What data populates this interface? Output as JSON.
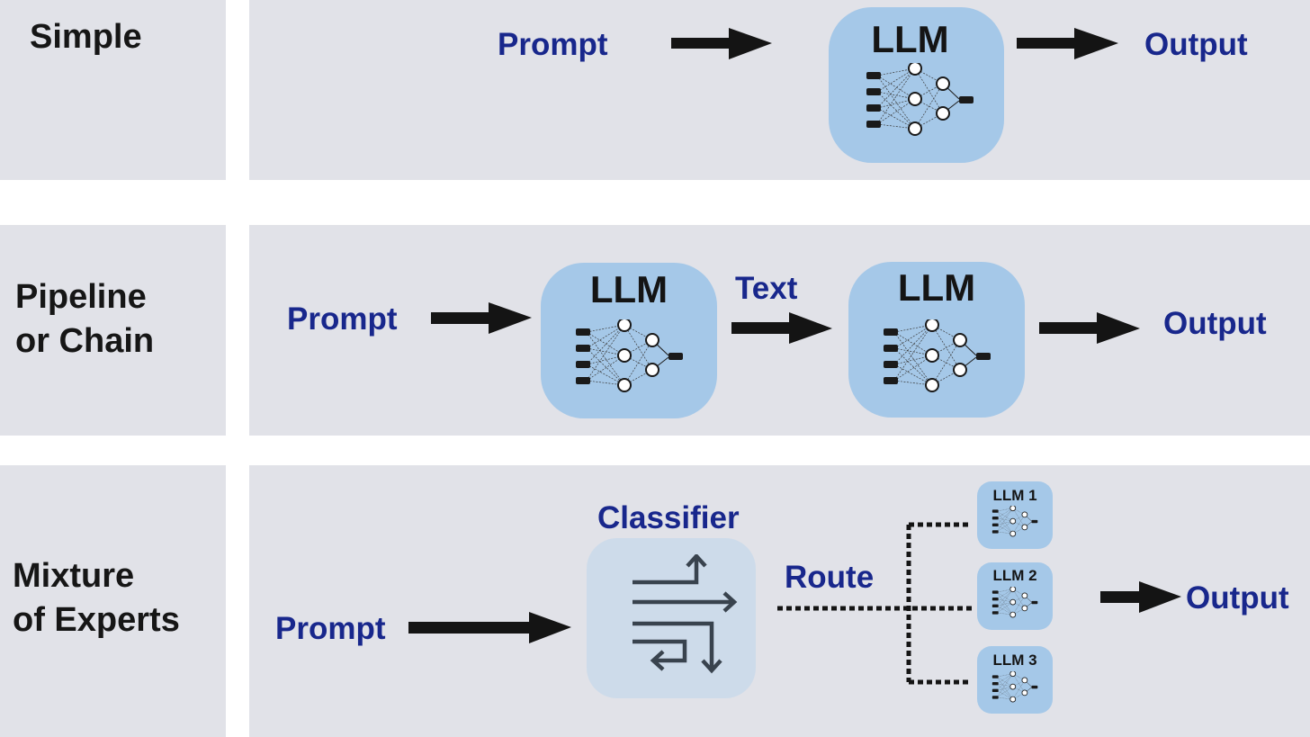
{
  "rows": {
    "simple": {
      "label": "Simple",
      "prompt": "Prompt",
      "llm": "LLM",
      "output": "Output"
    },
    "pipeline": {
      "label_line1": "Pipeline",
      "label_line2": "or Chain",
      "prompt": "Prompt",
      "llm_a": "LLM",
      "text": "Text",
      "llm_b": "LLM",
      "output": "Output"
    },
    "moe": {
      "label_line1": "Mixture",
      "label_line2": "of Experts",
      "prompt": "Prompt",
      "classifier": "Classifier",
      "route": "Route",
      "experts": [
        "LLM 1",
        "LLM 2",
        "LLM 3"
      ],
      "output": "Output"
    }
  },
  "icons": {
    "network": "neural-network-icon",
    "classifier": "routing-arrows-icon"
  },
  "colors": {
    "panel": "#e1e2e8",
    "llm_box": "#a5c8e8",
    "classifier_box": "#cddbea",
    "label_blue": "#18278c",
    "arrow": "#141414"
  }
}
